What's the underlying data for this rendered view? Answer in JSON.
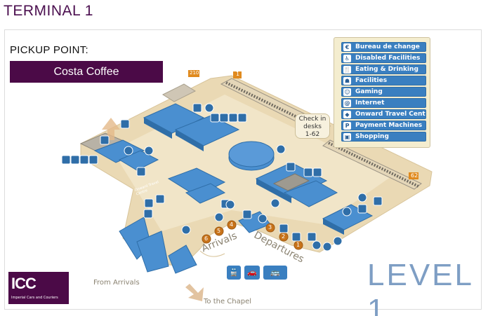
{
  "header": {
    "title": "TERMINAL 1"
  },
  "pickup": {
    "label": "PICKUP POINT:",
    "location": "Costa Coffee"
  },
  "legend": {
    "items": [
      {
        "label": "Bureau de change",
        "icon": "currency-exchange-icon",
        "glyph": "€"
      },
      {
        "label": "Disabled Facilities",
        "icon": "wheelchair-icon",
        "glyph": "♿"
      },
      {
        "label": "Eating & Drinking",
        "icon": "cutlery-icon",
        "glyph": "🍴"
      },
      {
        "label": "Facilities",
        "icon": "toilets-icon",
        "glyph": "☗"
      },
      {
        "label": "Gaming",
        "icon": "gaming-icon",
        "glyph": "☺"
      },
      {
        "label": "Internet",
        "icon": "internet-icon",
        "glyph": "@"
      },
      {
        "label": "Onward Travel Centre",
        "icon": "ticket-icon",
        "glyph": "◆"
      },
      {
        "label": "Payment Machines",
        "icon": "parking-payment-icon",
        "glyph": "P"
      },
      {
        "label": "Shopping",
        "icon": "shopping-bag-icon",
        "glyph": "▣"
      }
    ]
  },
  "map": {
    "checkin": {
      "line1": "Check in",
      "line2": "desks",
      "line3": "1-62"
    },
    "arrivals": "Arrivals",
    "departures": "Departures",
    "from_arrivals": "From Arrivals",
    "to_chapel": "To the Chapel",
    "travel_centre": "Onward Travel Centre",
    "gate_badges": [
      "210",
      "1",
      "62"
    ],
    "stand_numbers": [
      "6",
      "5",
      "4",
      "3",
      "2",
      "1"
    ],
    "level": "LEVEL 1"
  },
  "logo": {
    "text": "ICC",
    "subtitle": "Imperial Cars and Couriers"
  },
  "transport": [
    {
      "icon": "train-icon",
      "glyph": "🚆"
    },
    {
      "icon": "car-icon",
      "glyph": "🚗"
    },
    {
      "icon": "bus-icon",
      "glyph": "🚌"
    }
  ],
  "colors": {
    "brand_purple": "#4b0a47",
    "title_purple": "#4b0f4f",
    "legend_blue": "#3a7fc0",
    "floor_beige": "#ead9b4",
    "level_text": "#7e9ec4"
  }
}
